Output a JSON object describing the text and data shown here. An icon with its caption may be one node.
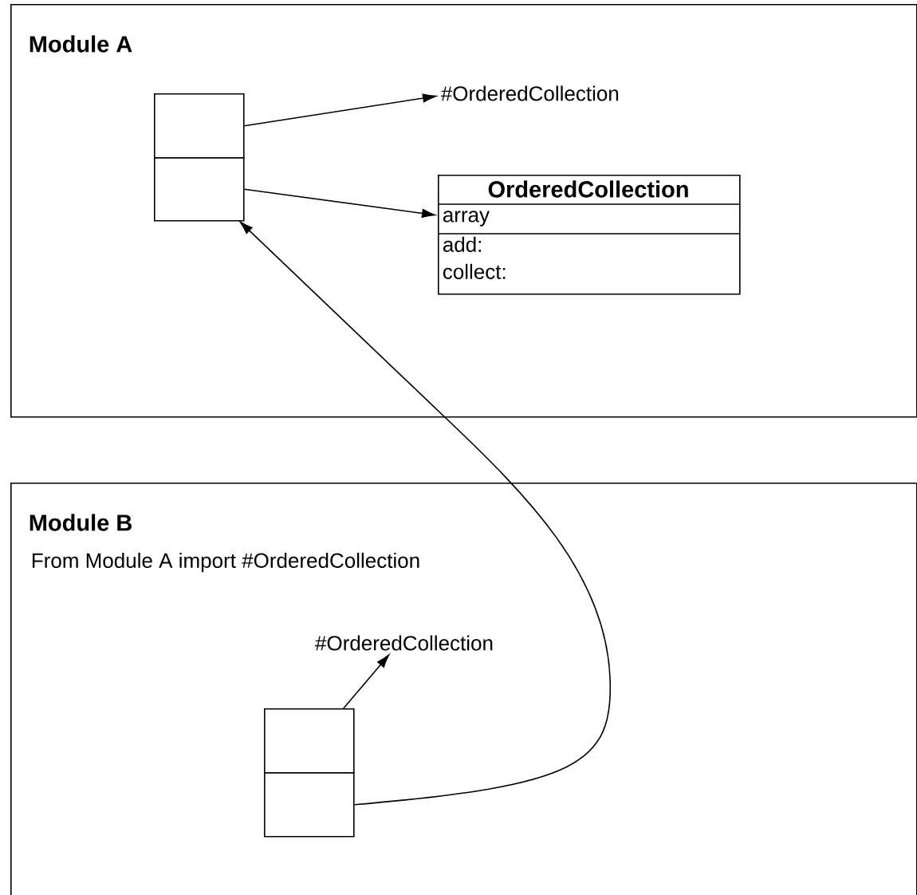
{
  "diagram": {
    "nodes": [
      {
        "text": [
          "Module A"
        ]
      },
      {
        "text": [
          "Module B",
          "From Module A import #OrderedCollection"
        ]
      },
      {
        "text": [],
        "shape": "box",
        "in": 0
      },
      {
        "text": [],
        "shape": "box",
        "in": 0
      },
      {
        "text": [
          "#OrderedCollection"
        ],
        "in": 0
      },
      {
        "text": [
          "OrderedCollection",
          "array",
          "add: collect:"
        ],
        "in": 0
      },
      {
        "text": [
          "#OrderedCollection"
        ],
        "in": 1
      },
      {
        "text": [],
        "shape": "box",
        "in": 1
      },
      {
        "text": [],
        "shape": "box",
        "in": 1
      }
    ],
    "edges": [
      {
        "from": 2,
        "to": 4,
        "arrow": "to"
      },
      {
        "from": 3,
        "to": 5,
        "arrow": "to"
      },
      {
        "from": 7,
        "to": 6,
        "arrow": "to"
      },
      {
        "from": 8,
        "to": 3,
        "arrow": "to"
      }
    ]
  }
}
